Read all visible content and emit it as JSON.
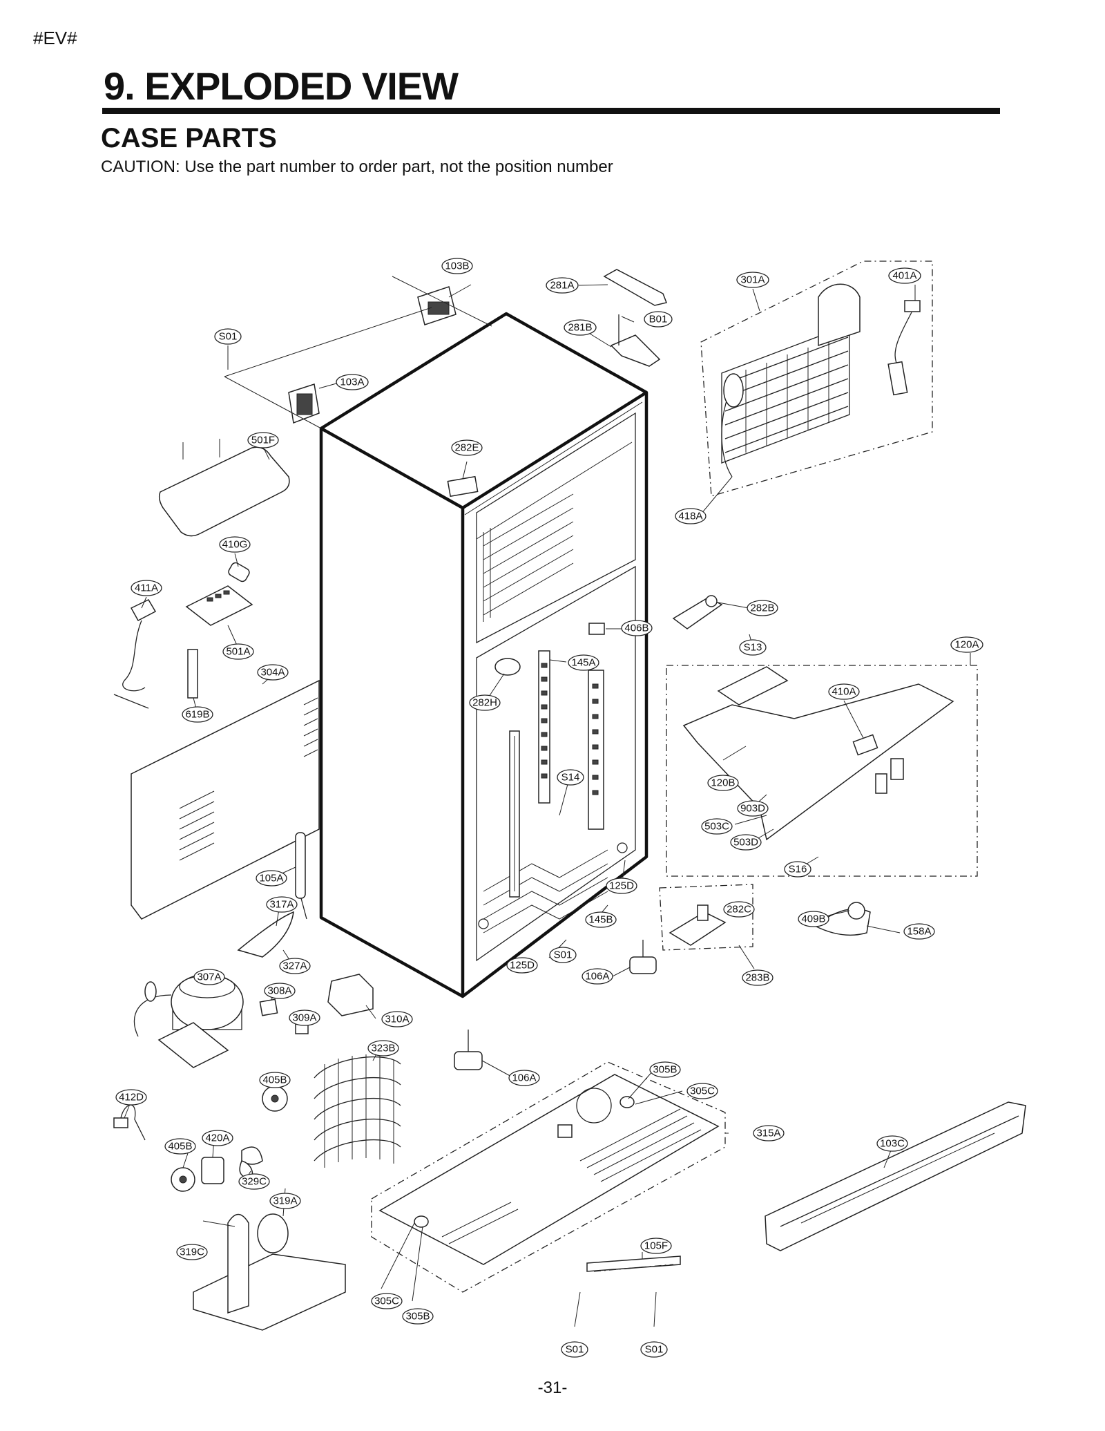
{
  "header": {
    "tag": "#EV#",
    "title": "9. EXPLODED VIEW",
    "section": "CASE PARTS",
    "caution": "CAUTION: Use the part number to order part, not the position number"
  },
  "callouts": [
    {
      "id": "103B",
      "label": "103B"
    },
    {
      "id": "281A",
      "label": "281A"
    },
    {
      "id": "301A",
      "label": "301A"
    },
    {
      "id": "401A",
      "label": "401A"
    },
    {
      "id": "B01",
      "label": "B01"
    },
    {
      "id": "281B",
      "label": "281B"
    },
    {
      "id": "S01-top",
      "label": "S01"
    },
    {
      "id": "103A",
      "label": "103A"
    },
    {
      "id": "501F",
      "label": "501F"
    },
    {
      "id": "282E",
      "label": "282E"
    },
    {
      "id": "418A",
      "label": "418A"
    },
    {
      "id": "410G",
      "label": "410G"
    },
    {
      "id": "411A",
      "label": "411A"
    },
    {
      "id": "282B",
      "label": "282B"
    },
    {
      "id": "406B",
      "label": "406B"
    },
    {
      "id": "S13",
      "label": "S13"
    },
    {
      "id": "501A",
      "label": "501A"
    },
    {
      "id": "120A",
      "label": "120A"
    },
    {
      "id": "145A",
      "label": "145A"
    },
    {
      "id": "304A",
      "label": "304A"
    },
    {
      "id": "410A",
      "label": "410A"
    },
    {
      "id": "282H",
      "label": "282H"
    },
    {
      "id": "619B",
      "label": "619B"
    },
    {
      "id": "S14",
      "label": "S14"
    },
    {
      "id": "120B",
      "label": "120B"
    },
    {
      "id": "903D",
      "label": "903D"
    },
    {
      "id": "503C",
      "label": "503C"
    },
    {
      "id": "503D",
      "label": "503D"
    },
    {
      "id": "S16",
      "label": "S16"
    },
    {
      "id": "105A",
      "label": "105A"
    },
    {
      "id": "125D-a",
      "label": "125D"
    },
    {
      "id": "317A",
      "label": "317A"
    },
    {
      "id": "282C",
      "label": "282C"
    },
    {
      "id": "145B",
      "label": "145B"
    },
    {
      "id": "409B",
      "label": "409B"
    },
    {
      "id": "158A",
      "label": "158A"
    },
    {
      "id": "327A",
      "label": "327A"
    },
    {
      "id": "S01-mid",
      "label": "S01"
    },
    {
      "id": "125D-b",
      "label": "125D"
    },
    {
      "id": "106A-a",
      "label": "106A"
    },
    {
      "id": "283B",
      "label": "283B"
    },
    {
      "id": "307A",
      "label": "307A"
    },
    {
      "id": "308A",
      "label": "308A"
    },
    {
      "id": "309A",
      "label": "309A"
    },
    {
      "id": "310A",
      "label": "310A"
    },
    {
      "id": "323B",
      "label": "323B"
    },
    {
      "id": "305B-a",
      "label": "305B"
    },
    {
      "id": "106A-b",
      "label": "106A"
    },
    {
      "id": "305C-a",
      "label": "305C"
    },
    {
      "id": "405B-a",
      "label": "405B"
    },
    {
      "id": "412D",
      "label": "412D"
    },
    {
      "id": "315A",
      "label": "315A"
    },
    {
      "id": "103C",
      "label": "103C"
    },
    {
      "id": "420A",
      "label": "420A"
    },
    {
      "id": "405B-b",
      "label": "405B"
    },
    {
      "id": "329C",
      "label": "329C"
    },
    {
      "id": "319A",
      "label": "319A"
    },
    {
      "id": "105F",
      "label": "105F"
    },
    {
      "id": "319C",
      "label": "319C"
    },
    {
      "id": "305C-b",
      "label": "305C"
    },
    {
      "id": "305B-b",
      "label": "305B"
    },
    {
      "id": "S01-l",
      "label": "S01"
    },
    {
      "id": "S01-r",
      "label": "S01"
    }
  ],
  "footer": {
    "page": "-31-"
  }
}
